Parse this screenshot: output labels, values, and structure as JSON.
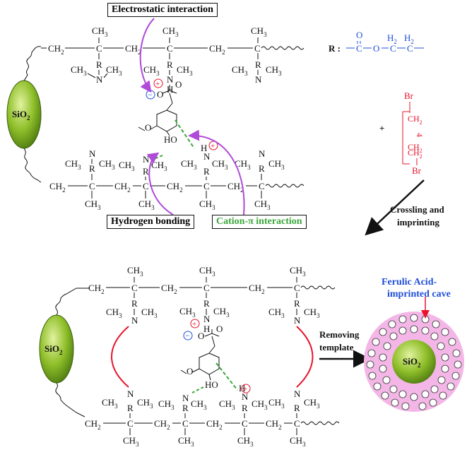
{
  "labels": {
    "electrostatic": "Electrostatic interaction",
    "hbond": "Hydrogen bonding",
    "cation_pi": "Cation-π interaction",
    "crossling": "Crossling and",
    "imprinting": "imprinting",
    "removing": "Removing",
    "template": "template",
    "ferulic1": "Ferulic Acid-",
    "ferulic2": "imprinted cave",
    "sio2": "SiO",
    "sio2_sub": "2",
    "r_def": "R :",
    "plus": "+"
  },
  "atoms": {
    "ch2": "CH",
    "ch3": "CH",
    "ch3_sub": "3",
    "ch2_sub": "2",
    "c": "C",
    "n": "N",
    "r": "R",
    "h": "H",
    "o": "O",
    "ho": "HO",
    "br": "Br",
    "four": "4",
    "plus_charge": "+",
    "minus_charge": "−"
  },
  "colors": {
    "red": "#e8132b",
    "blue": "#1f4fd8",
    "purple": "#b04ad8",
    "green": "#3aa63a",
    "sphere": "#8fbf2a",
    "pink": "#f3b6e6"
  }
}
